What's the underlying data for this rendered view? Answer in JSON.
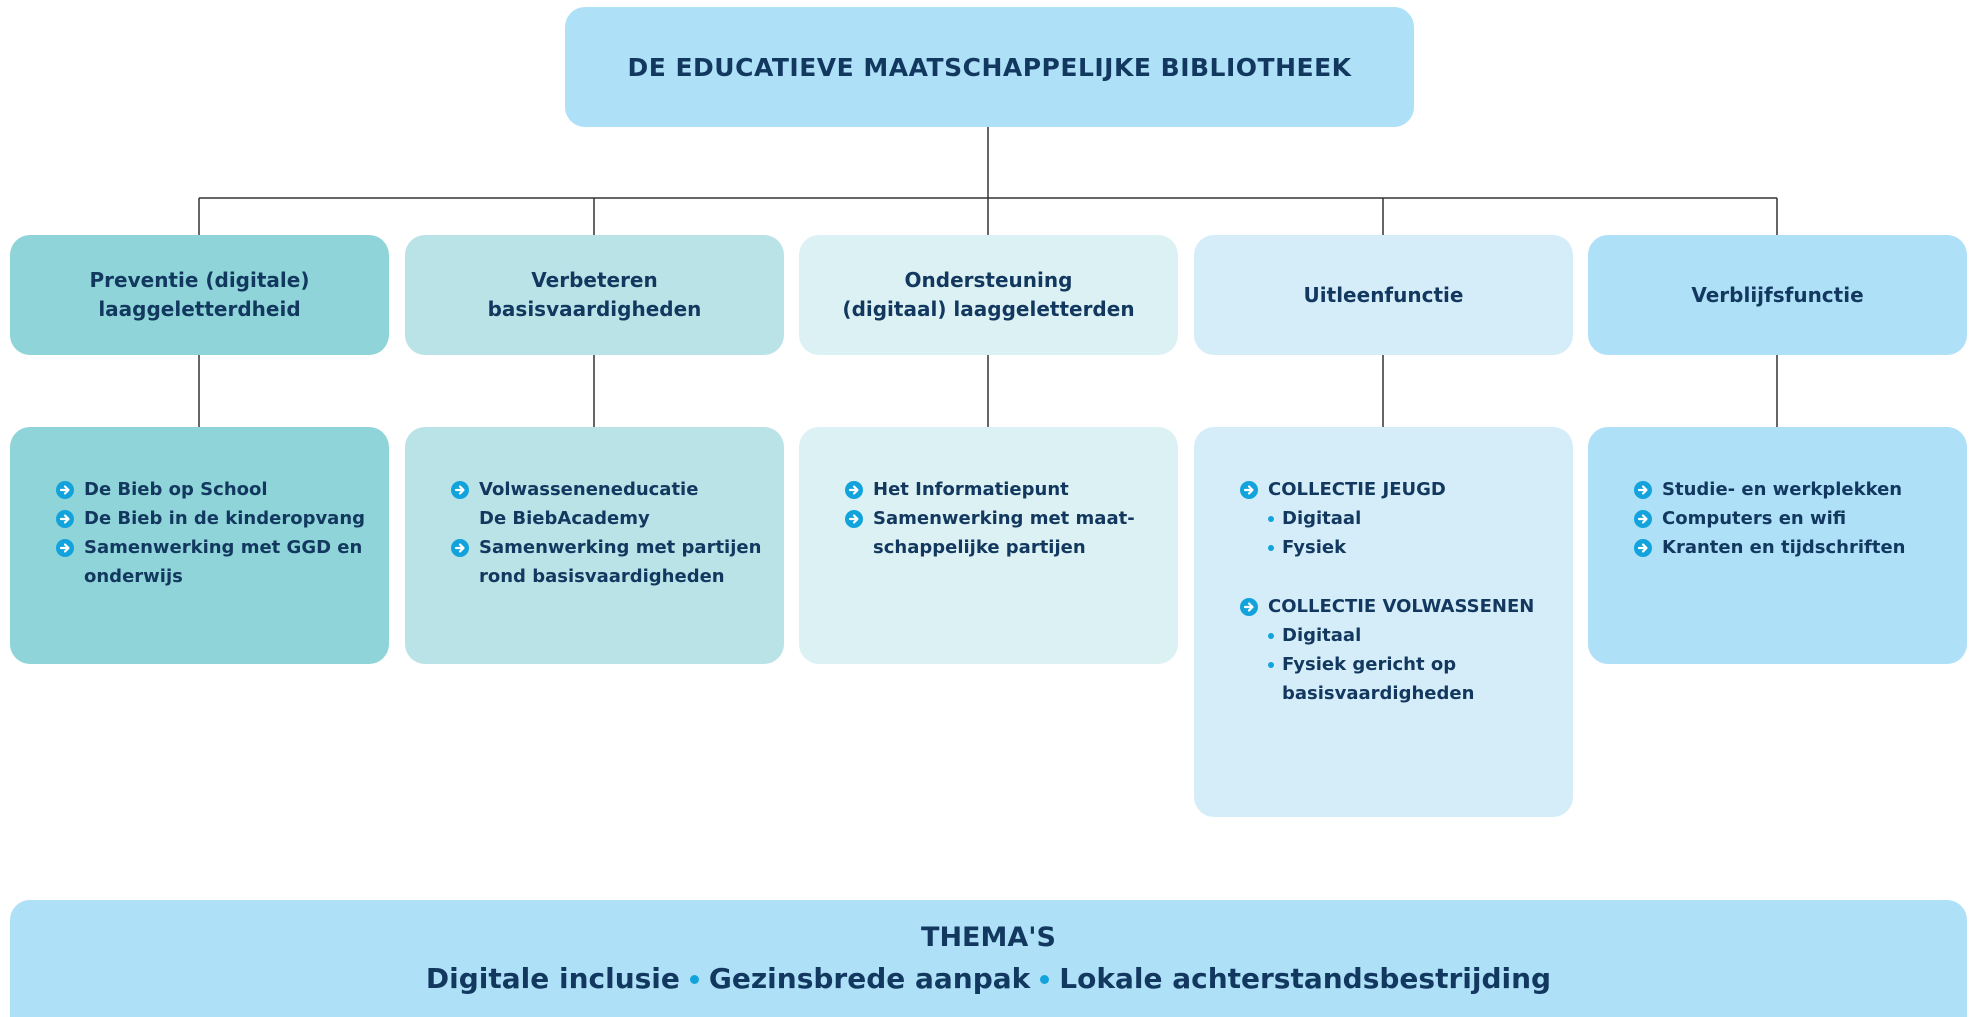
{
  "title": "DE EDUCATIEVE MAATSCHAPPELIJKE BIBLIOTHEEK",
  "colors": {
    "accent": "#12a3dc",
    "text": "#12385f",
    "teal_dark": "#8ed4d8",
    "teal_mid": "#bae3e7",
    "teal_light": "#dcf1f3",
    "blue_light": "#d5edf9",
    "blue_mid": "#aee0f7"
  },
  "columns": [
    {
      "heading": [
        "Preventie (digitale)",
        "laaggeletterdheid"
      ],
      "items": [
        {
          "icon": "arrow-circle-icon",
          "lines": [
            "De Bieb op School"
          ]
        },
        {
          "icon": "arrow-circle-icon",
          "lines": [
            "De Bieb in de kinderopvang"
          ]
        },
        {
          "icon": "arrow-circle-icon",
          "lines": [
            "Samenwerking met GGD en",
            "onderwijs"
          ]
        }
      ]
    },
    {
      "heading": [
        "Verbeteren",
        "basisvaardigheden"
      ],
      "items": [
        {
          "icon": "arrow-circle-icon",
          "lines": [
            "Volwasseneneducatie",
            "De BiebAcademy"
          ]
        },
        {
          "icon": "arrow-circle-icon",
          "lines": [
            "Samenwerking met partijen",
            "rond basisvaardigheden"
          ]
        }
      ]
    },
    {
      "heading": [
        "Ondersteuning",
        "(digitaal) laaggeletterden"
      ],
      "items": [
        {
          "icon": "arrow-circle-icon",
          "lines": [
            "Het Informatiepunt"
          ]
        },
        {
          "icon": "arrow-circle-icon",
          "lines": [
            "Samenwerking met maat-",
            "schappelijke partijen"
          ]
        }
      ]
    },
    {
      "heading": [
        "Uitleenfunctie"
      ],
      "groups": [
        {
          "label": "COLLECTIE JEUGD",
          "subs": [
            [
              "Digitaal"
            ],
            [
              "Fysiek"
            ]
          ]
        },
        {
          "label": "COLLECTIE VOLWASSENEN",
          "subs": [
            [
              "Digitaal"
            ],
            [
              "Fysiek gericht op",
              "basisvaardigheden"
            ]
          ]
        }
      ]
    },
    {
      "heading": [
        "Verblijfsfunctie"
      ],
      "items": [
        {
          "icon": "arrow-circle-icon",
          "lines": [
            "Studie- en werkplekken"
          ]
        },
        {
          "icon": "arrow-circle-icon",
          "lines": [
            "Computers en wifi"
          ]
        },
        {
          "icon": "arrow-circle-icon",
          "lines": [
            "Kranten en tijdschriften"
          ]
        }
      ]
    }
  ],
  "themes": {
    "label": "THEMA'S",
    "items": [
      "Digitale inclusie",
      "Gezinsbrede aanpak",
      "Lokale achterstandsbestrijding"
    ]
  }
}
